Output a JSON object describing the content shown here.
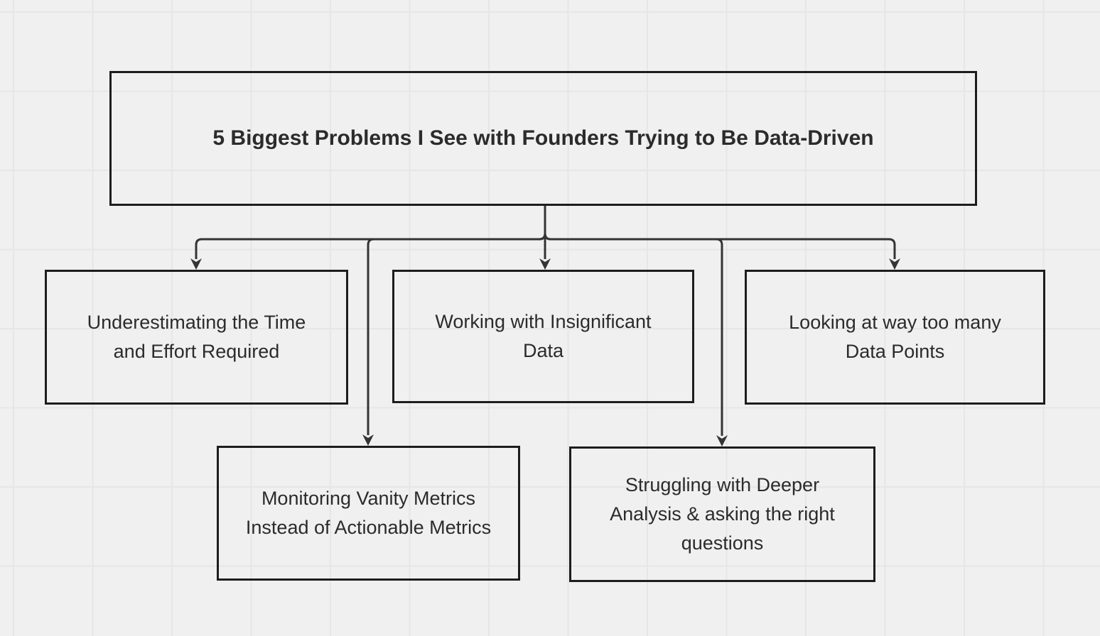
{
  "page": {
    "background_color": "#f0f0f0",
    "grid_line_color": "#e6e6e6"
  },
  "diagram": {
    "type": "flowchart",
    "direction": "top-down",
    "root": {
      "id": "root",
      "label": "5 Biggest Problems I See with Founders Trying to Be Data-Driven"
    },
    "children": [
      {
        "id": "problem-1",
        "label": "Underestimating the Time\nand Effort Required"
      },
      {
        "id": "problem-2",
        "label": "Working with Insignificant\nData"
      },
      {
        "id": "problem-3",
        "label": "Looking at way too many\nData Points"
      },
      {
        "id": "problem-4",
        "label": "Monitoring Vanity Metrics\nInstead of Actionable Metrics"
      },
      {
        "id": "problem-5",
        "label": "Struggling with Deeper\nAnalysis & asking the right\nquestions"
      }
    ],
    "edges": [
      {
        "from": "root",
        "to": "problem-1"
      },
      {
        "from": "root",
        "to": "problem-2"
      },
      {
        "from": "root",
        "to": "problem-3"
      },
      {
        "from": "root",
        "to": "problem-4"
      },
      {
        "from": "root",
        "to": "problem-5"
      }
    ],
    "colors": {
      "node_border": "#1d1d1d",
      "node_fill": "transparent",
      "text": "#2b2b2b",
      "connector": "#343434"
    }
  }
}
